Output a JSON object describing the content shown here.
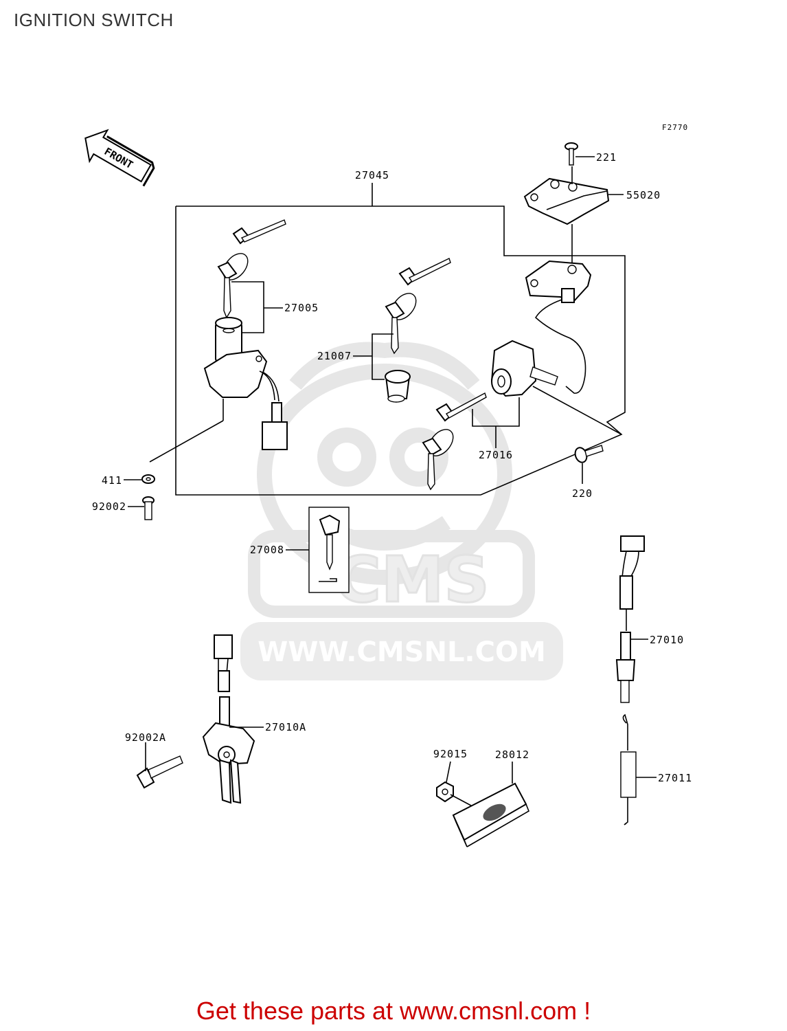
{
  "title": "IGNITION SWITCH",
  "figure_code": "F2770",
  "front_arrow_label": "FRONT",
  "parts": {
    "p27045": "27045",
    "p221": "221",
    "p55020": "55020",
    "p27005": "27005",
    "p21007": "21007",
    "p27016": "27016",
    "p411": "411",
    "p92002": "92002",
    "p220": "220",
    "p27008": "27008",
    "p27010": "27010",
    "p27010A": "27010A",
    "p92002A": "92002A",
    "p92015": "92015",
    "p28012": "28012",
    "p27011": "27011"
  },
  "watermark": {
    "brand": "CMS",
    "url": "WWW.CMSNL.COM"
  },
  "footer_text": "Get these parts at www.cmsnl.com !",
  "colors": {
    "footer": "#cc0000",
    "title": "#333333",
    "line_art": "#000000",
    "watermark": "#e6e6e6"
  }
}
